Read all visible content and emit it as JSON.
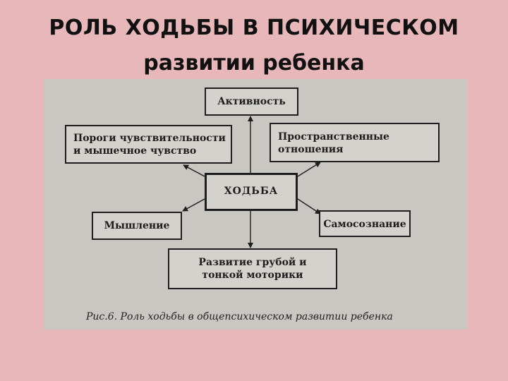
{
  "slide": {
    "title_line_1": "РОЛЬ ХОДЬБЫ  В  ПСИХИЧЕСКОМ",
    "title_line_2": "развитии ребенка"
  },
  "diagram": {
    "center": "ХОДЬБА",
    "top": "Активность",
    "top_left_line_1": "Пороги чувствительности",
    "top_left_line_2": "и мышечное чувство",
    "top_right_line_1": "Пространственные",
    "top_right_line_2": "отношения",
    "left": "Мышление",
    "right": "Самосознание",
    "bottom_line_1": "Развитие грубой и",
    "bottom_line_2": "тонкой моторики",
    "caption": "Рис.6. Роль ходьбы в общепсихическом развитии ребенка"
  },
  "colors": {
    "slide_background": "#e8b7b9",
    "scan_background": "#c9c7c2",
    "ink": "#1e1e1e"
  }
}
